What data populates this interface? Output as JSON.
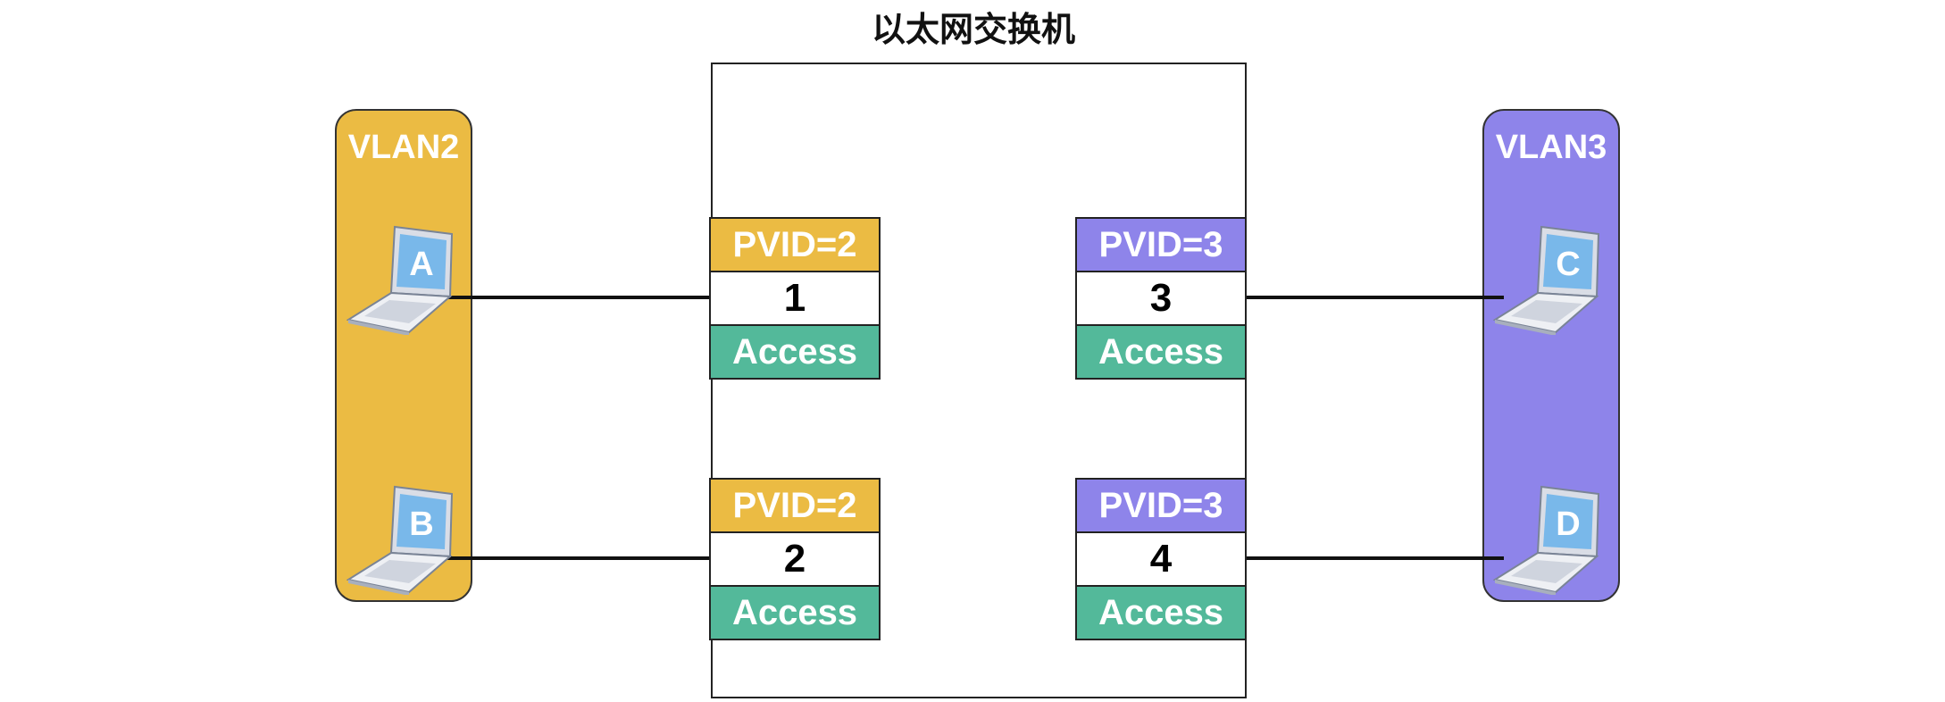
{
  "title": "以太网交换机",
  "colors": {
    "vlan2": "#ebbb43",
    "vlan3": "#8e84ea",
    "access": "#53b99a",
    "wire": "#111111"
  },
  "vlans": [
    {
      "label": "VLAN2",
      "hosts": [
        "A",
        "B"
      ]
    },
    {
      "label": "VLAN3",
      "hosts": [
        "C",
        "D"
      ]
    }
  ],
  "ports": [
    {
      "pvid": "PVID=2",
      "number": "1",
      "mode": "Access"
    },
    {
      "pvid": "PVID=2",
      "number": "2",
      "mode": "Access"
    },
    {
      "pvid": "PVID=3",
      "number": "3",
      "mode": "Access"
    },
    {
      "pvid": "PVID=3",
      "number": "4",
      "mode": "Access"
    }
  ],
  "icons": {
    "host": "laptop-icon"
  }
}
